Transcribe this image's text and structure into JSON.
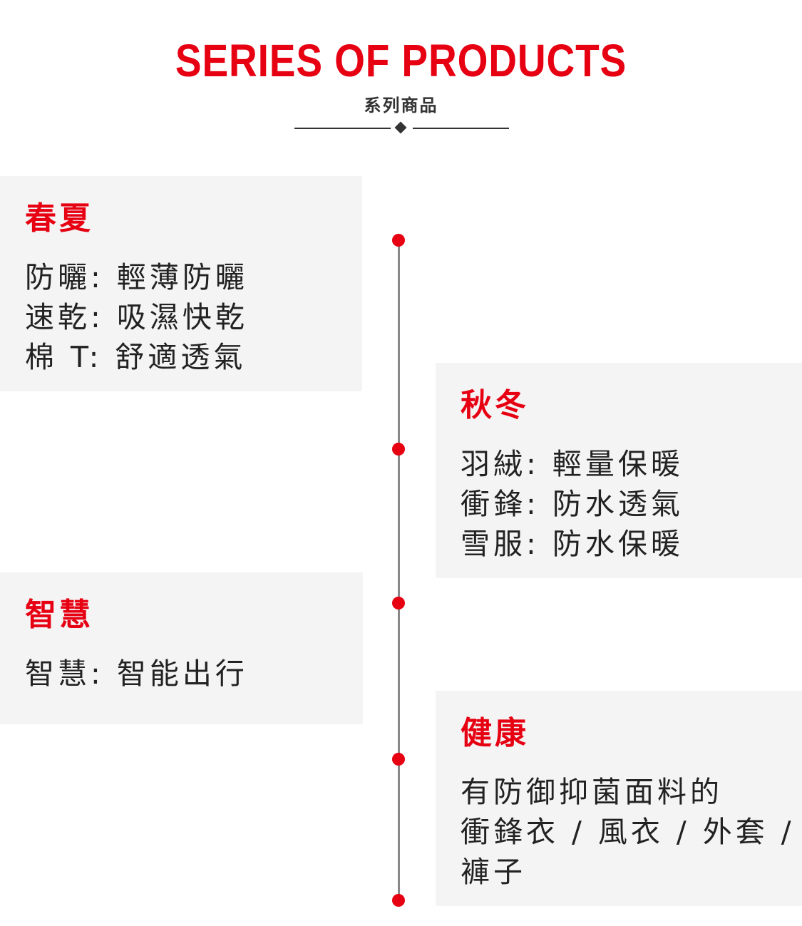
{
  "header": {
    "title": "SERIES OF PRODUCTS",
    "subtitle": "系列商品"
  },
  "sections": [
    {
      "heading": "春夏",
      "lines": [
        "防曬: 輕薄防曬",
        "速乾: 吸濕快乾",
        "棉 T: 舒適透氣"
      ]
    },
    {
      "heading": "秋冬",
      "lines": [
        "羽絨: 輕量保暖",
        "衝鋒: 防水透氣",
        "雪服: 防水保暖"
      ]
    },
    {
      "heading": "智慧",
      "lines": [
        "智慧: 智能出行"
      ]
    },
    {
      "heading": "健康",
      "lines": [
        "有防御抑菌面料的",
        "衝鋒衣 / 風衣 / 外套 /",
        "褲子"
      ]
    }
  ],
  "colors": {
    "accent": "#e60012",
    "panel": "#f4f4f4",
    "text": "#222222"
  }
}
